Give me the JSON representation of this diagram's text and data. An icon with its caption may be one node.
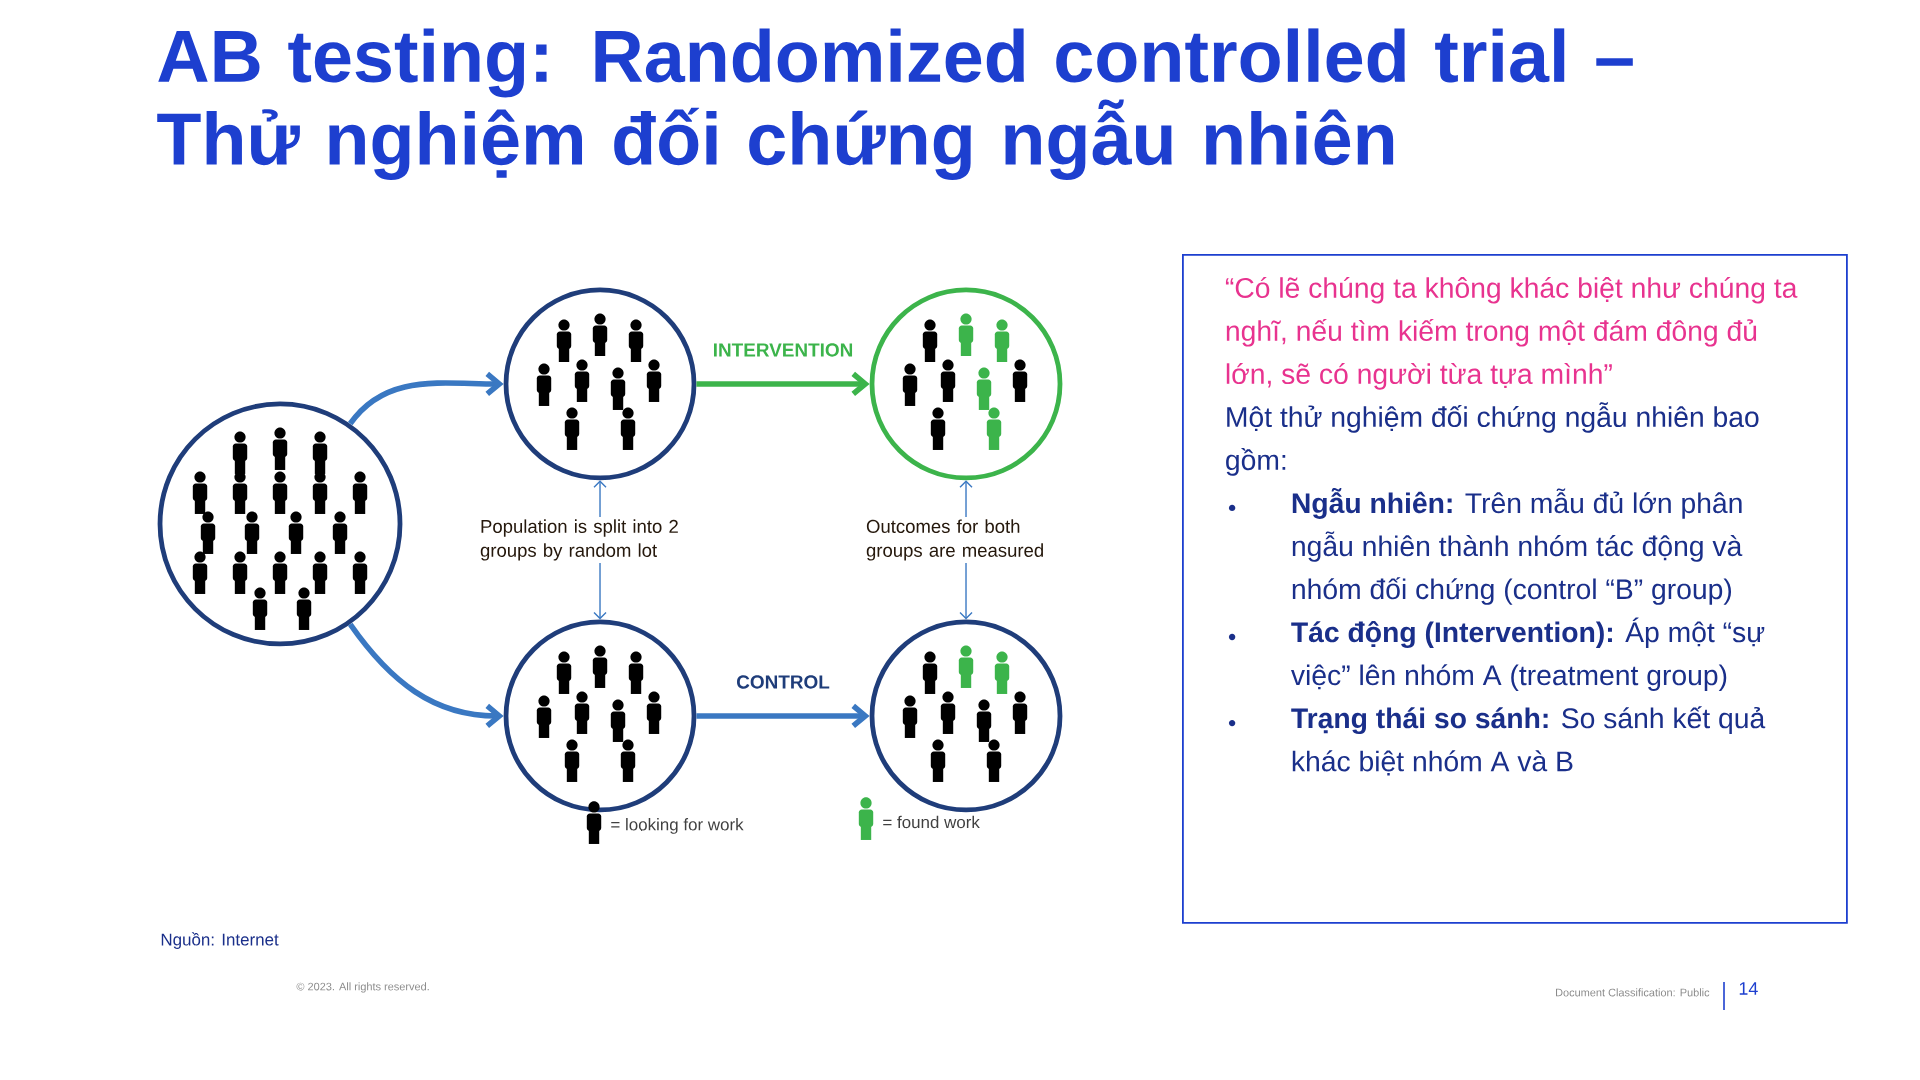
{
  "diagram": {
    "title": "AB testing: Randomized controlled trial – Thử nghiệm đối chứng ngẫu nhiên",
    "nodes": [
      {
        "text": [],
        "shape": "circle"
      },
      {
        "text": [],
        "shape": "circle"
      },
      {
        "text": [],
        "shape": "circle"
      },
      {
        "text": [],
        "shape": "circle"
      },
      {
        "text": [],
        "shape": "circle"
      },
      {
        "text": [
          "Population  is split into 2 groups by random lot"
        ]
      },
      {
        "text": [
          "Outcomes for both groups are measured"
        ]
      },
      {
        "text": [
          "“Có lẽ chúng ta không khác biệt như chúng ta nghĩ, nếu tìm kiếm trong một đám đông đủ lớn, sẽ có người từa tựa mình”",
          "Một thử nghiệm đối chứng ngẫu nhiên bao gồm:",
          "**Ngẫu nhiên:** Trên mẫu đủ lớn phân ngẫu nhiên thành nhóm tác động và nhóm đối chứng (control “B” group)",
          "**Tác động (Intervention):** Áp một “sự việc” lên nhóm A (treatment group)",
          "**Trạng thái so sánh:** So sánh kết quả khác biệt nhóm A và B"
        ]
      }
    ],
    "edges": [
      {
        "from": 0,
        "to": 1,
        "arrow": "to",
        "style": "thick"
      },
      {
        "from": 0,
        "to": 3,
        "arrow": "to",
        "style": "thick"
      },
      {
        "from": 1,
        "to": 2,
        "arrow": "to",
        "style": "thick",
        "label": "INTERVENTION",
        "color": "#3cb44b"
      },
      {
        "from": 3,
        "to": 4,
        "arrow": "to",
        "style": "thick",
        "label": "CONTROL"
      },
      {
        "from": 5,
        "to": 1,
        "arrow": "to"
      },
      {
        "from": 5,
        "to": 3,
        "arrow": "to"
      },
      {
        "from": 6,
        "to": 2,
        "arrow": "to"
      },
      {
        "from": 6,
        "to": 4,
        "arrow": "to"
      }
    ],
    "labels": [
      "Nguồn: Internet",
      "© 2023. All rights reserved.",
      "Document Classification: Public",
      "14"
    ],
    "legend": [
      {
        "text": "= looking for work"
      },
      {
        "text": "= found work"
      }
    ]
  }
}
